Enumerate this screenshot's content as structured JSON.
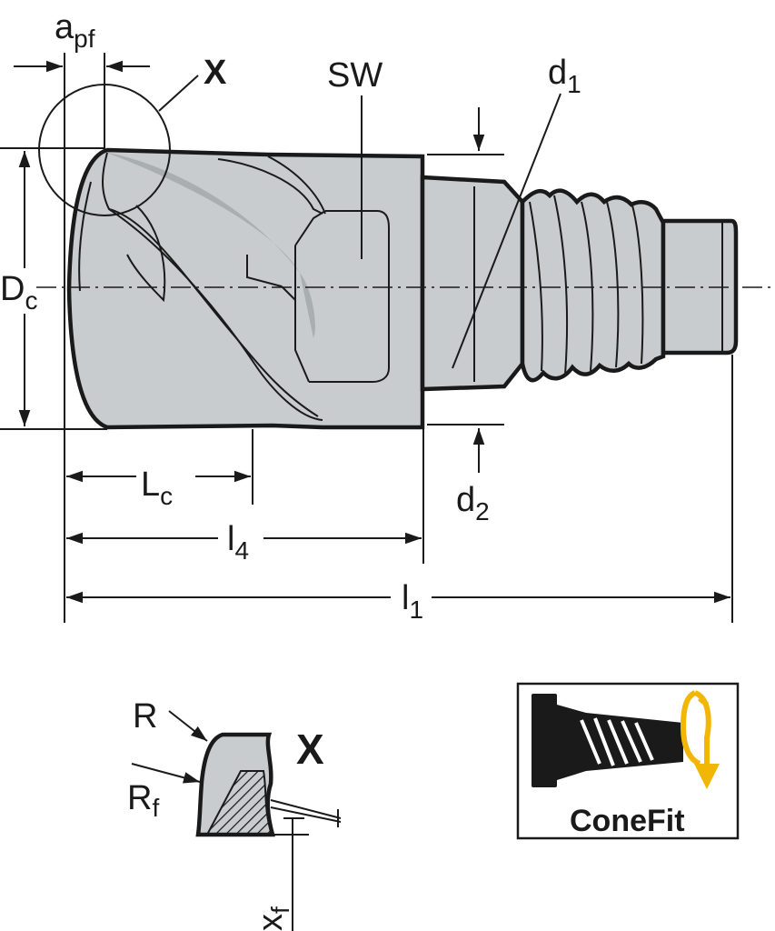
{
  "labels": {
    "apf": {
      "main": "a",
      "sub": "pf"
    },
    "x_top": "X",
    "sw": "SW",
    "d1": {
      "main": "d",
      "sub": "1"
    },
    "dc": {
      "main": "D",
      "sub": "c"
    },
    "lc": {
      "main": "L",
      "sub": "c"
    },
    "l4": {
      "main": "l",
      "sub": "4"
    },
    "l1": {
      "main": "l",
      "sub": "1"
    },
    "d2": {
      "main": "d",
      "sub": "2"
    },
    "r": "R",
    "rf": {
      "main": "R",
      "sub": "f"
    },
    "x_detail": "X",
    "xf": {
      "main": "x",
      "sub": "f"
    }
  },
  "badge": {
    "text": "ConeFit",
    "accent_color": "#f2b705",
    "icon": "conefit-icon"
  },
  "colors": {
    "body": "#c8ccce",
    "line": "#1a1a1a"
  }
}
